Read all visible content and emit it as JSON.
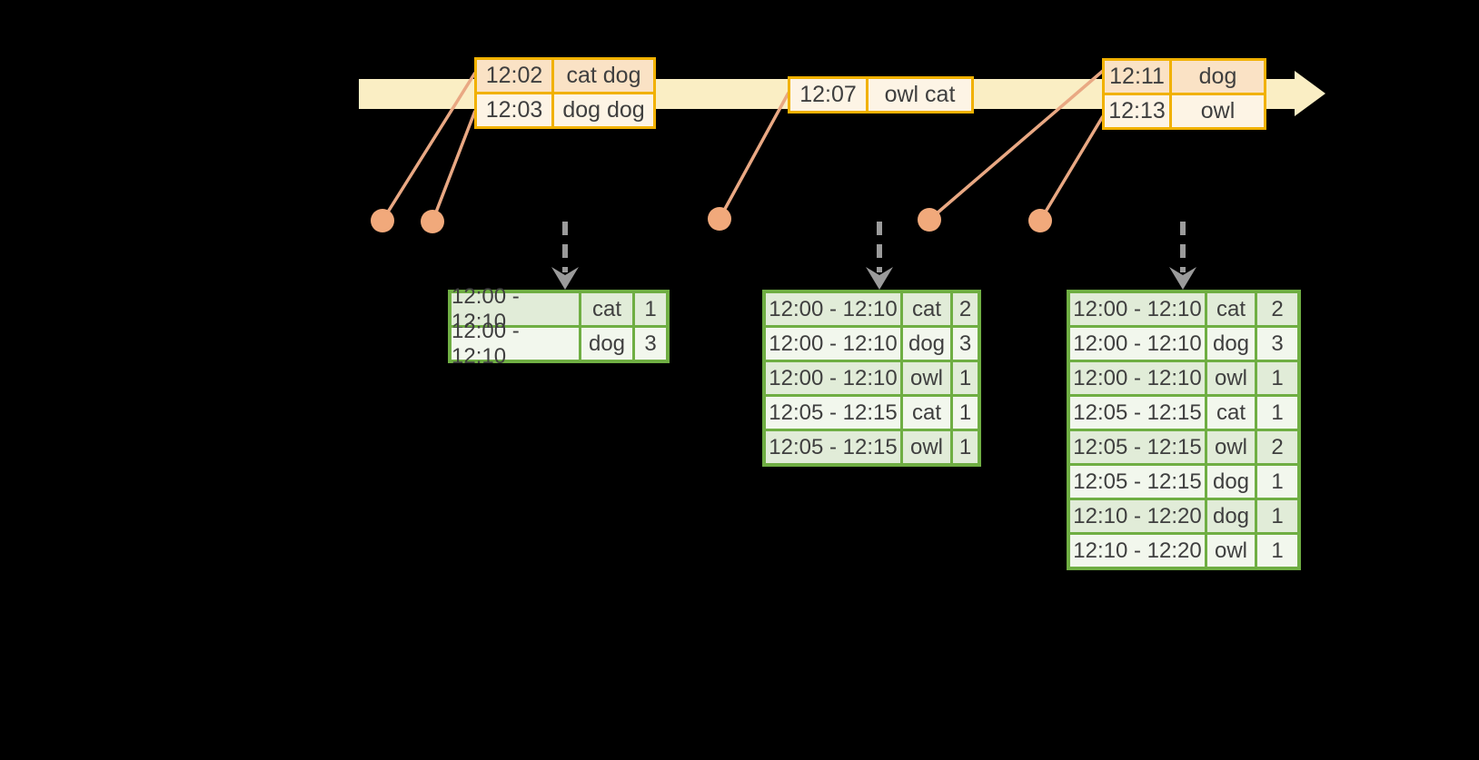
{
  "diagram_title": "streaming-windowed-word-counts",
  "colors": {
    "background": "#000000",
    "timeline_fill": "#FAEEC4",
    "event_table_border": "#F1B100",
    "event_row_peach": "#FAE2C5",
    "event_row_cream": "#FDF4E5",
    "result_table_border": "#6FAE43",
    "result_row_dark": "#E1ECD8",
    "result_row_light": "#F2F7ED",
    "connector_salmon": "#E9A883",
    "event_dot": "#F1A97B",
    "emit_arrow_gray": "#9B9B9B",
    "text": "#3f3f3f"
  },
  "icons": {
    "timeline_arrowhead": "right-arrowhead",
    "event_dot": "round-event-marker",
    "emit_arrow": "dashed-down-arrow"
  },
  "event_tables": [
    {
      "rows": [
        {
          "time": "12:02",
          "words": "cat dog"
        },
        {
          "time": "12:03",
          "words": "dog dog"
        }
      ]
    },
    {
      "rows": [
        {
          "time": "12:07",
          "words": "owl cat"
        }
      ]
    },
    {
      "rows": [
        {
          "time": "12:11",
          "words": "dog"
        },
        {
          "time": "12:13",
          "words": "owl"
        }
      ]
    }
  ],
  "result_tables": [
    {
      "rows": [
        {
          "window": "12:00 - 12:10",
          "word": "cat",
          "count": "1"
        },
        {
          "window": "12:00 - 12:10",
          "word": "dog",
          "count": "3"
        }
      ]
    },
    {
      "rows": [
        {
          "window": "12:00 - 12:10",
          "word": "cat",
          "count": "2"
        },
        {
          "window": "12:00 - 12:10",
          "word": "dog",
          "count": "3"
        },
        {
          "window": "12:00 - 12:10",
          "word": "owl",
          "count": "1"
        },
        {
          "window": "12:05 - 12:15",
          "word": "cat",
          "count": "1"
        },
        {
          "window": "12:05 - 12:15",
          "word": "owl",
          "count": "1"
        }
      ]
    },
    {
      "rows": [
        {
          "window": "12:00 - 12:10",
          "word": "cat",
          "count": "2"
        },
        {
          "window": "12:00 - 12:10",
          "word": "dog",
          "count": "3"
        },
        {
          "window": "12:00 - 12:10",
          "word": "owl",
          "count": "1"
        },
        {
          "window": "12:05 - 12:15",
          "word": "cat",
          "count": "1"
        },
        {
          "window": "12:05 - 12:15",
          "word": "owl",
          "count": "2"
        },
        {
          "window": "12:05 - 12:15",
          "word": "dog",
          "count": "1"
        },
        {
          "window": "12:10 - 12:20",
          "word": "dog",
          "count": "1"
        },
        {
          "window": "12:10 - 12:20",
          "word": "owl",
          "count": "1"
        }
      ]
    }
  ]
}
